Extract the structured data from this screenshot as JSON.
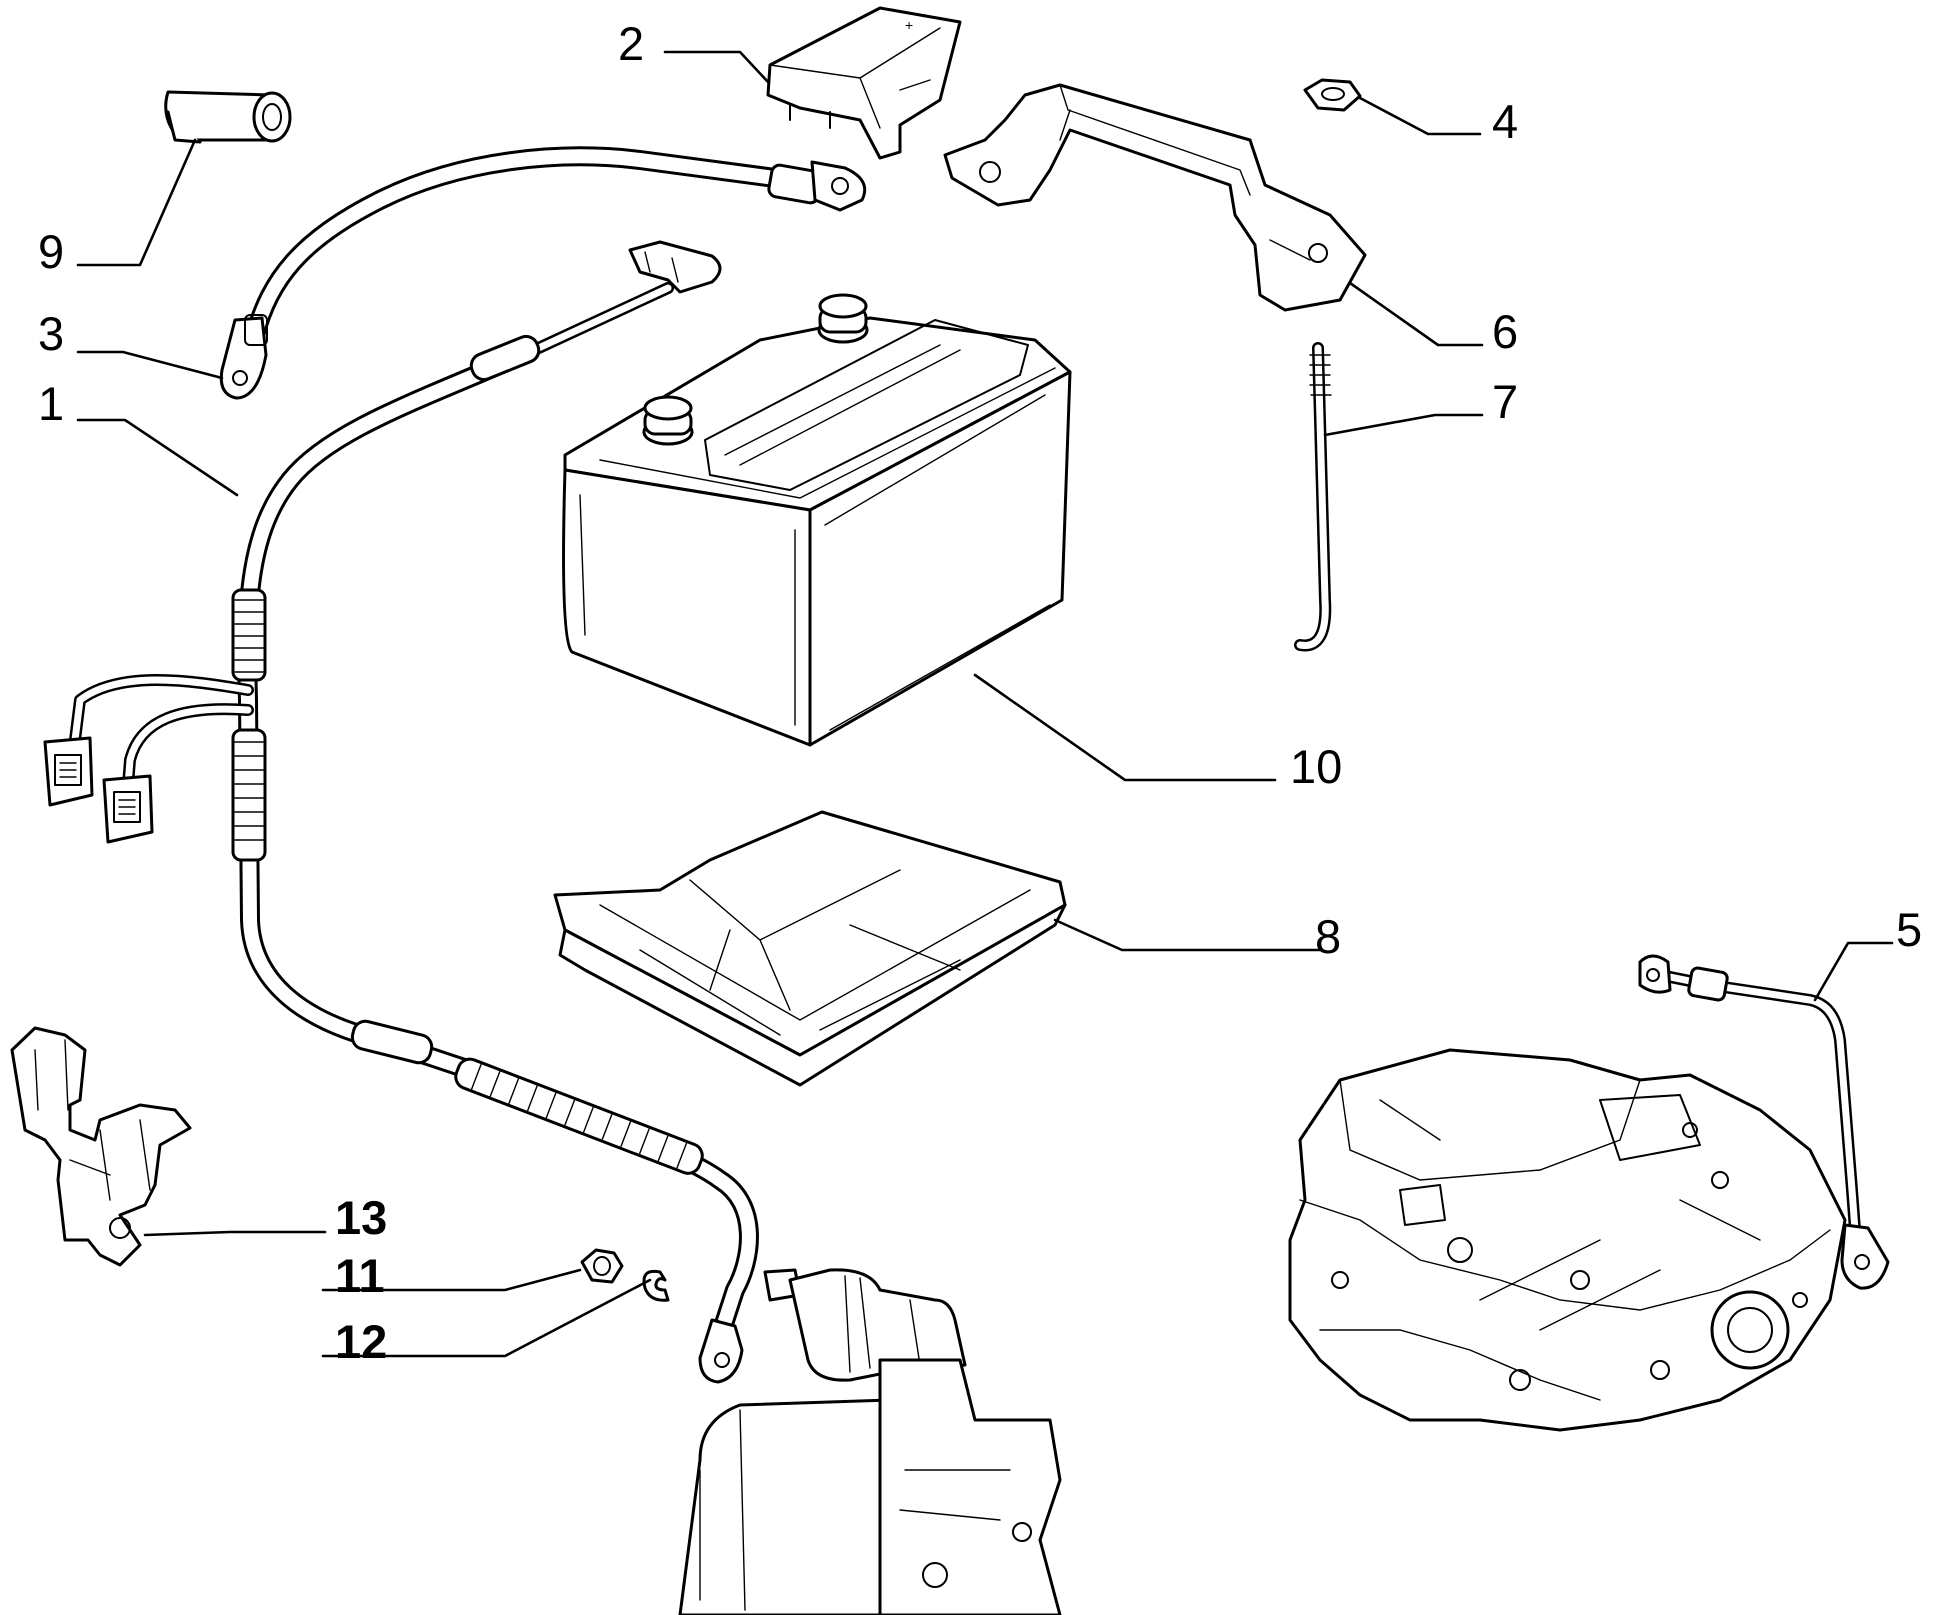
{
  "diagram": {
    "callouts": [
      {
        "id": "1",
        "label": "1",
        "weight": "regular"
      },
      {
        "id": "2",
        "label": "2",
        "weight": "regular"
      },
      {
        "id": "3",
        "label": "3",
        "weight": "regular"
      },
      {
        "id": "4",
        "label": "4",
        "weight": "regular"
      },
      {
        "id": "5",
        "label": "5",
        "weight": "regular"
      },
      {
        "id": "6",
        "label": "6",
        "weight": "regular"
      },
      {
        "id": "7",
        "label": "7",
        "weight": "regular"
      },
      {
        "id": "8",
        "label": "8",
        "weight": "regular"
      },
      {
        "id": "9",
        "label": "9",
        "weight": "regular"
      },
      {
        "id": "10",
        "label": "10",
        "weight": "regular"
      },
      {
        "id": "11",
        "label": "11",
        "weight": "bold"
      },
      {
        "id": "12",
        "label": "12",
        "weight": "bold"
      },
      {
        "id": "13",
        "label": "13",
        "weight": "bold"
      }
    ],
    "colors": {
      "ink": "#000000",
      "paper": "#ffffff"
    }
  }
}
